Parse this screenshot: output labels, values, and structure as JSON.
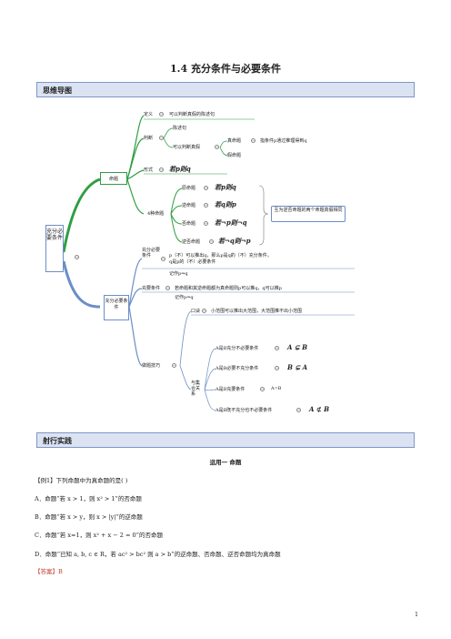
{
  "page": {
    "title": "1.4  充分条件与必要条件",
    "section1": "思维导图",
    "section2": "射行实践",
    "subhead": "运用一  命题",
    "page_number": "1"
  },
  "mindmap": {
    "root": "充分必要条件",
    "branch1": "命题",
    "branch2": "充分必要条件",
    "b1_items": {
      "def": "定义",
      "def_text": "可以判断真假的陈述句",
      "judge": "判断",
      "judge_a": "陈述句",
      "judge_b": "可以判断真假",
      "true_p": "真命题",
      "true_note": "指条件p通过推理得到q",
      "false_p": "假命题",
      "form": "形式",
      "form_text": "若p则q",
      "four": "4种命题",
      "orig": "原命题",
      "orig_f": "若p则q",
      "conv": "逆命题",
      "conv_f": "若q则p",
      "neg": "否命题",
      "neg_f": "若¬p则¬q",
      "contra": "逆否命题",
      "contra_f": "若¬q则¬p",
      "note": "互为逆否命题的两个命题真假相同"
    },
    "b2_items": {
      "suff_nec": "充分必要条件",
      "sn_text1": "p（不）可以推出q，那么p是q的（不）充分条件，",
      "sn_text2": "q是p的（不）必要条件",
      "sn_note": "记作p⇒q",
      "suff": "充要条件",
      "suff_text": "若命题和其逆命题都为真命题则p可以推q，q可以推p",
      "suff_note": "记作p⇔q",
      "skill": "做题技巧",
      "chant": "口诀",
      "chant_text": "小范围可以推出大范围，大范围推不出小范围",
      "set": "与集合关系",
      "r1": "A是B充分不必要条件",
      "r1f": "A ⊊ B",
      "r2": "A是B必要不充分条件",
      "r2f": "B ⊊ A",
      "r3": "A是B充要条件",
      "r3f": "A=B",
      "r4": "A是B既不充分也不必要条件",
      "r4f": "A ⊄ B"
    }
  },
  "questions": {
    "q1": "【例1】下列命题中为真命题的是(        )",
    "optA": "A．命题“若 x > 1，则 x² > 1”的否命题",
    "optB": "B．命题“若 x > y，则 x > |y|”的逆命题",
    "optC": "C．命题“若 x=1，则 x² + x − 2 = 0”的否命题",
    "optD": "D．命题“已知 a, b, c ∈ R，若 ac² > bc² 则 a > b”的逆命题、否命题、逆否命题均为真命题",
    "answer": "【答案】B"
  },
  "colors": {
    "green": "#2f9e44",
    "blue": "#6b8ec7",
    "section_bg": "#dbe3f3",
    "answer": "#c0392b"
  }
}
